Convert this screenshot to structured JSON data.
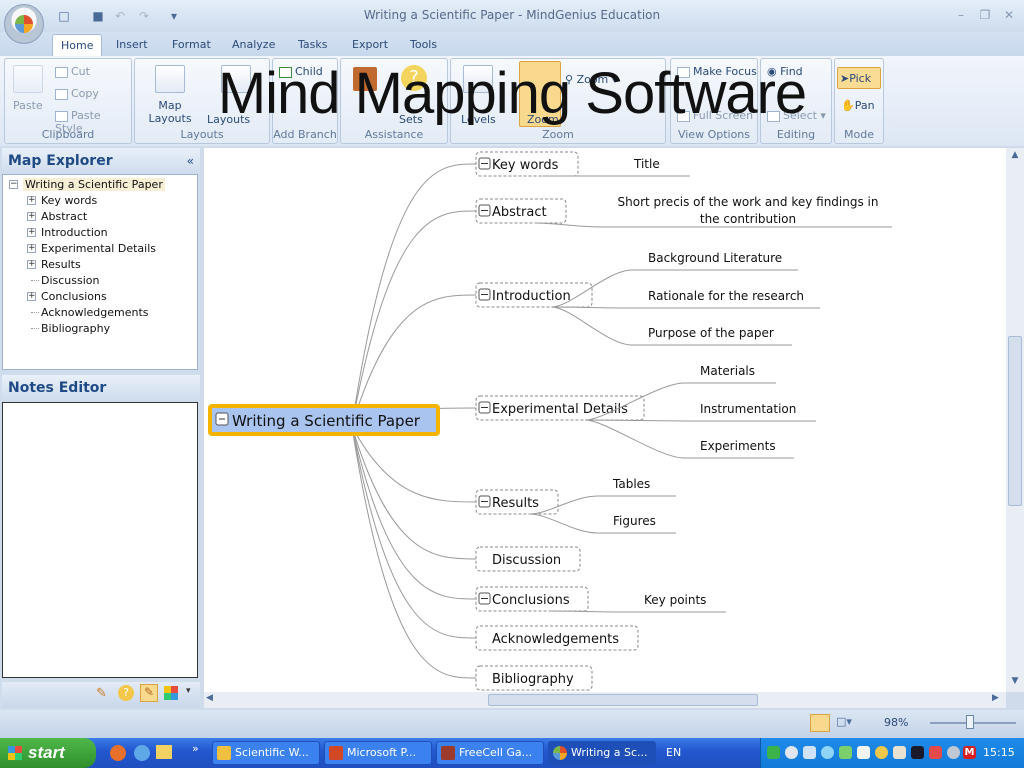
{
  "window": {
    "title": "Writing a Scientific Paper - MindGenius Education"
  },
  "overlay_title": "Mind Mapping Software",
  "tabs": [
    "Home",
    "Insert",
    "Format",
    "Analyze",
    "Tasks",
    "Export",
    "Tools"
  ],
  "ribbon": {
    "clipboard": {
      "label": "Clipboard",
      "paste": "Paste",
      "cut": "Cut",
      "copy": "Copy",
      "paste_style": "Paste Style"
    },
    "layouts": {
      "label": "Layouts",
      "map_layouts": "Map Layouts",
      "branch_layouts": "Layouts"
    },
    "add_branch": {
      "label": "Add Branch",
      "child": "Child"
    },
    "assistance": {
      "label": "Assistance",
      "question_sets": "Sets"
    },
    "zoom": {
      "label": "Zoom",
      "display_levels": "Levels",
      "auto_zoom": "Zoom",
      "zoom": "Zoom"
    },
    "view_options": {
      "label": "View Options",
      "make_focus": "Make Focus",
      "full_screen": "Full Screen"
    },
    "editing": {
      "label": "Editing",
      "find": "Find",
      "select": "Select"
    },
    "mode": {
      "label": "Mode",
      "pick": "Pick",
      "pan": "Pan"
    }
  },
  "map_explorer": {
    "title": "Map Explorer",
    "root": "Writing a Scientific Paper",
    "items": [
      "Key words",
      "Abstract",
      "Introduction",
      "Experimental Details",
      "Results",
      "Discussion",
      "Conclusions",
      "Acknowledgements",
      "Bibliography"
    ],
    "expandable": [
      true,
      true,
      true,
      true,
      true,
      false,
      true,
      false,
      false
    ]
  },
  "notes_editor": {
    "title": "Notes Editor"
  },
  "map": {
    "root": "Writing a Scientific Paper",
    "branches": [
      {
        "label": "Key words",
        "children": [
          "Title"
        ]
      },
      {
        "label": "Abstract",
        "children": [
          "Short precis of the work and key findings in the contribution"
        ]
      },
      {
        "label": "Introduction",
        "children": [
          "Background Literature",
          "Rationale for the research",
          "Purpose of the paper"
        ]
      },
      {
        "label": "Experimental Details",
        "children": [
          "Materials",
          "Instrumentation",
          "Experiments"
        ]
      },
      {
        "label": "Results",
        "children": [
          "Tables",
          "Figures"
        ]
      },
      {
        "label": "Discussion",
        "children": []
      },
      {
        "label": "Conclusions",
        "children": [
          "Key points"
        ]
      },
      {
        "label": "Acknowledgements",
        "children": []
      },
      {
        "label": "Bibliography",
        "children": []
      }
    ]
  },
  "status": {
    "zoom": "98%"
  },
  "taskbar": {
    "start": "start",
    "tasks": [
      "Scientific W...",
      "Microsoft P...",
      "FreeCell Ga...",
      "Writing a Sc..."
    ],
    "language": "EN",
    "clock": "15:15"
  }
}
